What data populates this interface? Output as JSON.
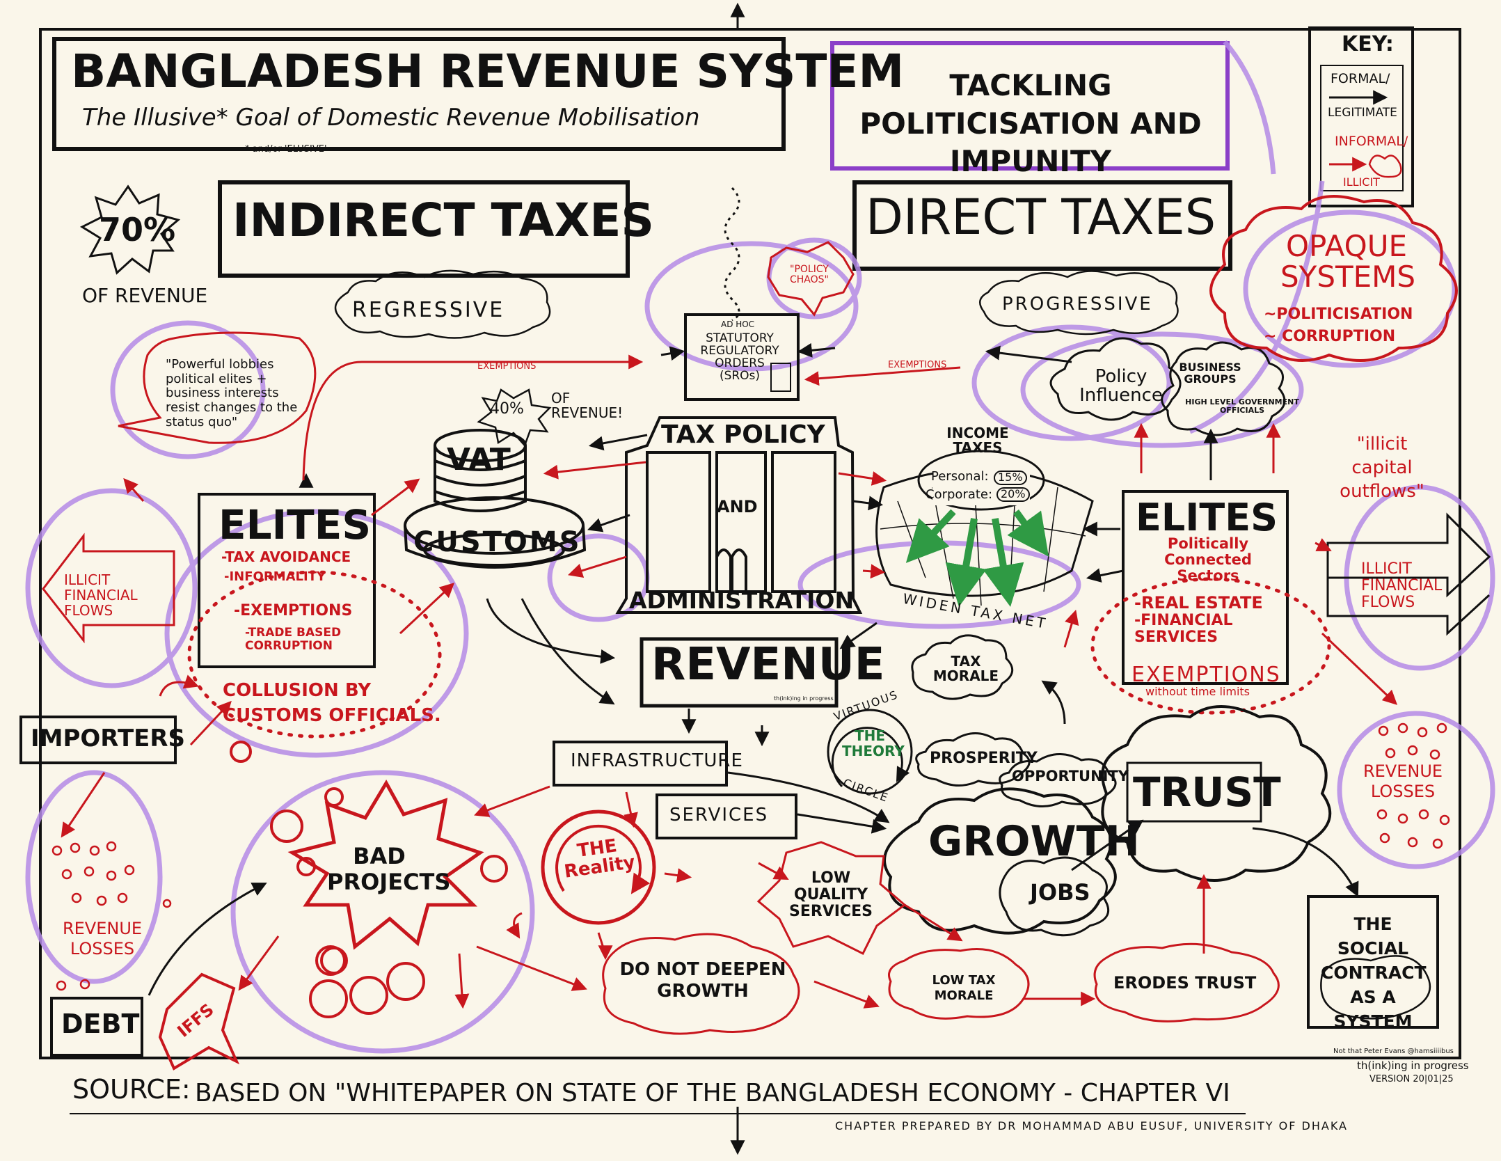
{
  "header": {
    "title": "BANGLADESH REVENUE SYSTEM",
    "subtitle": "The Illusive* Goal of Domestic Revenue Mobilisation",
    "footnote": "* and/or 'ELUSIVE'",
    "politicisation": "TACKLING POLITICISATION AND IMPUNITY"
  },
  "key": {
    "title": "KEY:",
    "formal": "FORMAL/",
    "legitimate": "LEGITIMATE",
    "informal": "INFORMAL/",
    "illicit": "ILLICIT"
  },
  "indirect": {
    "burst": "70%",
    "of_revenue": "OF REVENUE",
    "title": "INDIRECT TAXES",
    "tag": "REGRESSIVE",
    "lobbies": "\"Powerful lobbies political elites + business interests resist changes to the status quo\"",
    "vat_pct": "40%",
    "vat_of_revenue": "OF REVENUE!",
    "vat": "VAT",
    "customs": "CUSTOMS",
    "elites": "ELITES",
    "elite_items": [
      "-TAX AVOIDANCE",
      "-INFORMALITY",
      "-EXEMPTIONS",
      "-TRADE BASED CORRUPTION"
    ],
    "collusion": "COLLUSION BY CUSTOMS OFFICIALS.",
    "illicit_flows": "ILLICIT FINANCIAL FLOWS",
    "importers": "IMPORTERS",
    "revenue_losses": "REVENUE LOSSES",
    "debt": "DEBT"
  },
  "centre": {
    "policy_chaos": "\"POLICY CHAOS\"",
    "sro_adhoc": "AD HOC",
    "sro": "STATUTORY REGULATORY ORDERS (SROs)",
    "exemptions_left": "EXEMPTIONS",
    "exemptions_right": "EXEMPTIONS",
    "tax_policy": "TAX POLICY",
    "and": "AND",
    "administration": "ADMINISTRATION",
    "revenue": "REVENUE",
    "infrastructure": "INFRASTRUCTURE",
    "services": "SERVICES",
    "credit": "th(ink)ing in progress"
  },
  "direct": {
    "title": "DIRECT TAXES",
    "tag": "PROGRESSIVE",
    "opaque": "OPAQUE SYSTEMS",
    "opaque_items": [
      "~POLITICISATION",
      "~ CORRUPTION"
    ],
    "policy_influence": "Policy Influence",
    "business_groups": "BUSINESS GROUPS",
    "high_level": "HIGH LEVEL GOVERNMENT OFFICIALS",
    "income_taxes": "INCOME TAXES",
    "personal": "Personal:",
    "personal_rate": "15%",
    "corporate": "Corporate:",
    "corporate_rate": "20%",
    "widen": "WIDEN TAX NET",
    "capital_outflows": "\"illicit capital outflows\"",
    "elites": "ELITES",
    "elite_sub": "Politically Connected Sectors",
    "elite_items": [
      "-REAL ESTATE",
      "-FINANCIAL SERVICES"
    ],
    "exemptions": "EXEMPTIONS",
    "without": "without time limits",
    "illicit_flows": "ILLICIT FINANCIAL FLOWS",
    "revenue_losses": "REVENUE LOSSES"
  },
  "cycle": {
    "tax_morale": "TAX MORALE",
    "virtuous": "VIRTUOUS",
    "theory": "THE THEORY",
    "circle": "CIRCLE",
    "prosperity": "PROSPERITY",
    "opportunity": "OPPORTUNITY",
    "trust": "TRUST",
    "growth": "GROWTH",
    "jobs": "JOBS",
    "social_contract": "THE SOCIAL CONTRACT AS A SYSTEM"
  },
  "reality": {
    "bad_projects": "BAD PROJECTS",
    "iffs": "IFFS",
    "reality": "THE Reality",
    "low_quality": "LOW QUALITY SERVICES",
    "not_deepen": "DO NOT DEEPEN GROWTH",
    "low_morale": "LOW TAX MORALE",
    "erodes": "ERODES TRUST"
  },
  "footer": {
    "source_label": "SOURCE:",
    "source": "BASED ON \"WHITEPAPER ON STATE OF THE BANGLADESH ECONOMY - CHAPTER VI",
    "prepared": "CHAPTER PREPARED BY DR MOHAMMAD ABU EUSUF, UNIVERSITY OF DHAKA",
    "artist": "Not that Peter Evans @hamsiiiibus",
    "thinking": "th(ink)ing in progress",
    "version": "VERSION 20|01|25"
  }
}
